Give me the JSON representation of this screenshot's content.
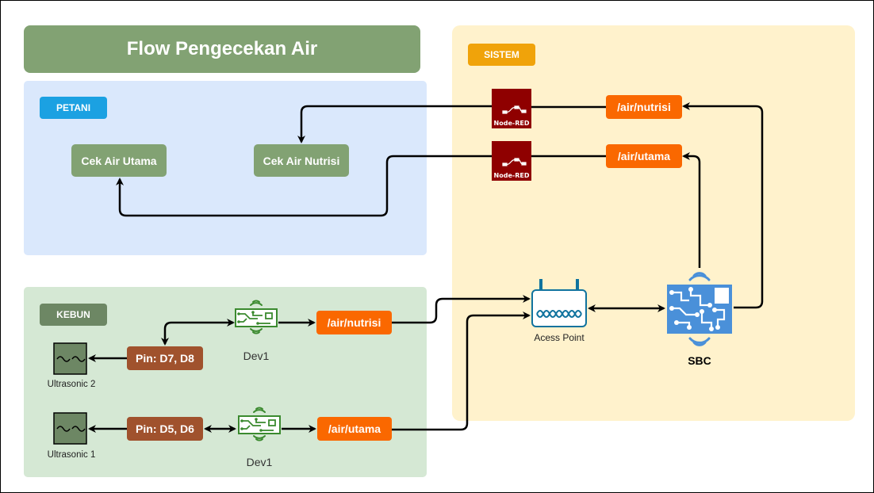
{
  "title": "Flow Pengecekan Air",
  "groups": {
    "petani": {
      "label": "PETANI",
      "color": "#e8f2fb"
    },
    "kebun": {
      "label": "KEBUN"
    },
    "sistem": {
      "label": "SISTEM"
    }
  },
  "petani": {
    "cek_air_utama": "Cek Air Utama",
    "cek_air_nutrisi": "Cek Air Nutrisi"
  },
  "sistem": {
    "topic_nutrisi": "/air/nutrisi",
    "topic_utama": "/air/utama",
    "nodered_label": "Node-RED",
    "access_point": "Acess Point",
    "sbc": "SBC"
  },
  "kebun": {
    "row1": {
      "device": "Dev1",
      "pins": "Pin: D7, D8",
      "topic": "/air/nutrisi",
      "sensor": "Ultrasonic 2"
    },
    "row2": {
      "device": "Dev1",
      "pins": "Pin: D5, D6",
      "topic": "/air/utama",
      "sensor": "Ultrasonic 1"
    }
  },
  "colors": {
    "title_bg": "#82a273",
    "petani_bg": "#dae8fc",
    "kebun_bg": "#d5e8d4",
    "sistem_bg": "#fff2cc",
    "orange": "#fa6800",
    "brown": "#a0522d",
    "nodered": "#8f0000",
    "blue_icon": "#4a90d9",
    "green_icon": "#3b8a2f"
  }
}
